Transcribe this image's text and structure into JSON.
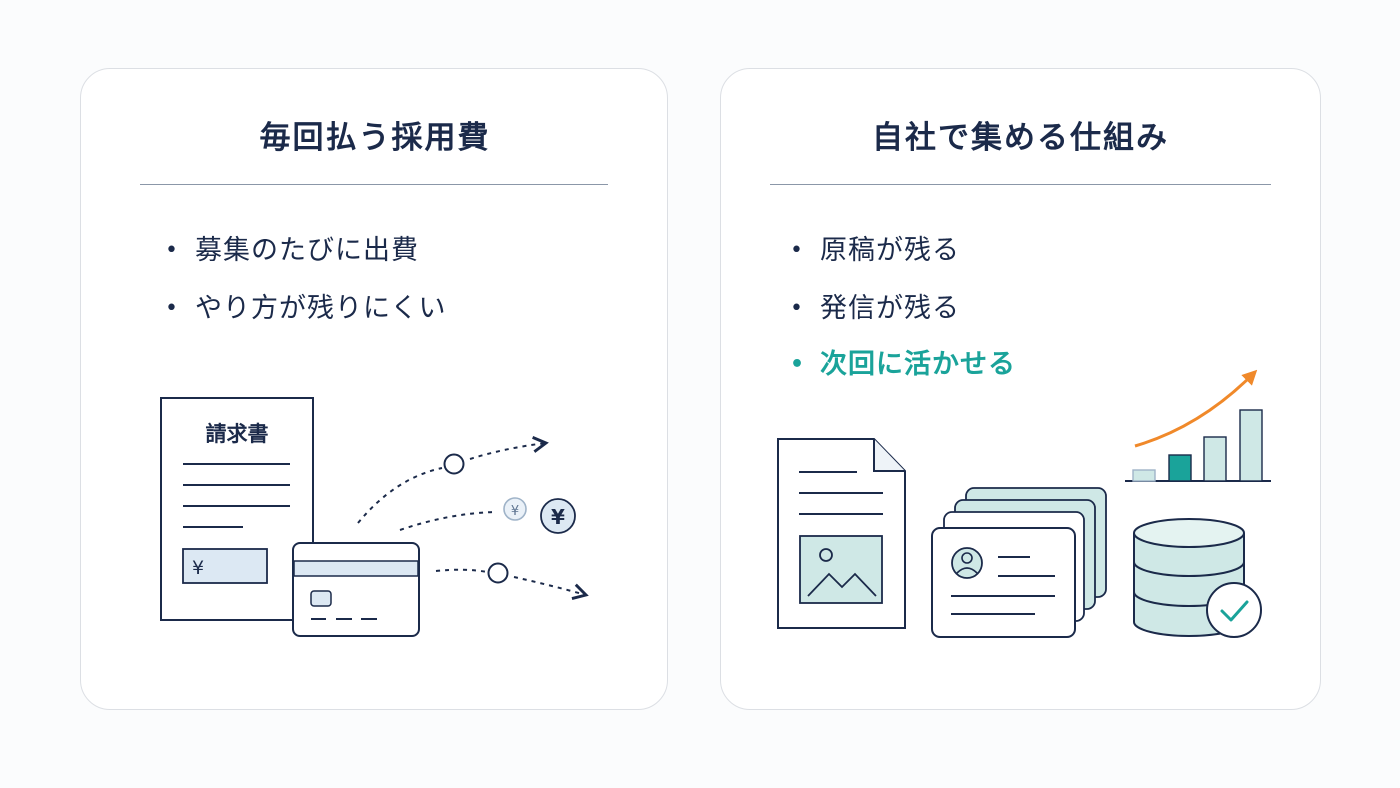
{
  "left_panel": {
    "title": "毎回払う採用費",
    "bullets": [
      {
        "text": "募集のたびに出費"
      },
      {
        "text": "やり方が残りにくい"
      }
    ],
    "illustration": {
      "invoice_title": "請求書",
      "yen_symbol": "¥",
      "coin_symbol": "¥"
    }
  },
  "right_panel": {
    "title": "自社で集める仕組み",
    "bullets": [
      {
        "text": "原稿が残る"
      },
      {
        "text": "発信が残る"
      },
      {
        "text": "次回に活かせる"
      }
    ]
  },
  "colors": {
    "navy": "#1b2a4a",
    "teal": "#1aa39a",
    "teal_light": "#cfe8e6",
    "orange": "#f0892a",
    "card_border": "#dcdfe4",
    "light_blue_fill": "#dce8f3"
  }
}
